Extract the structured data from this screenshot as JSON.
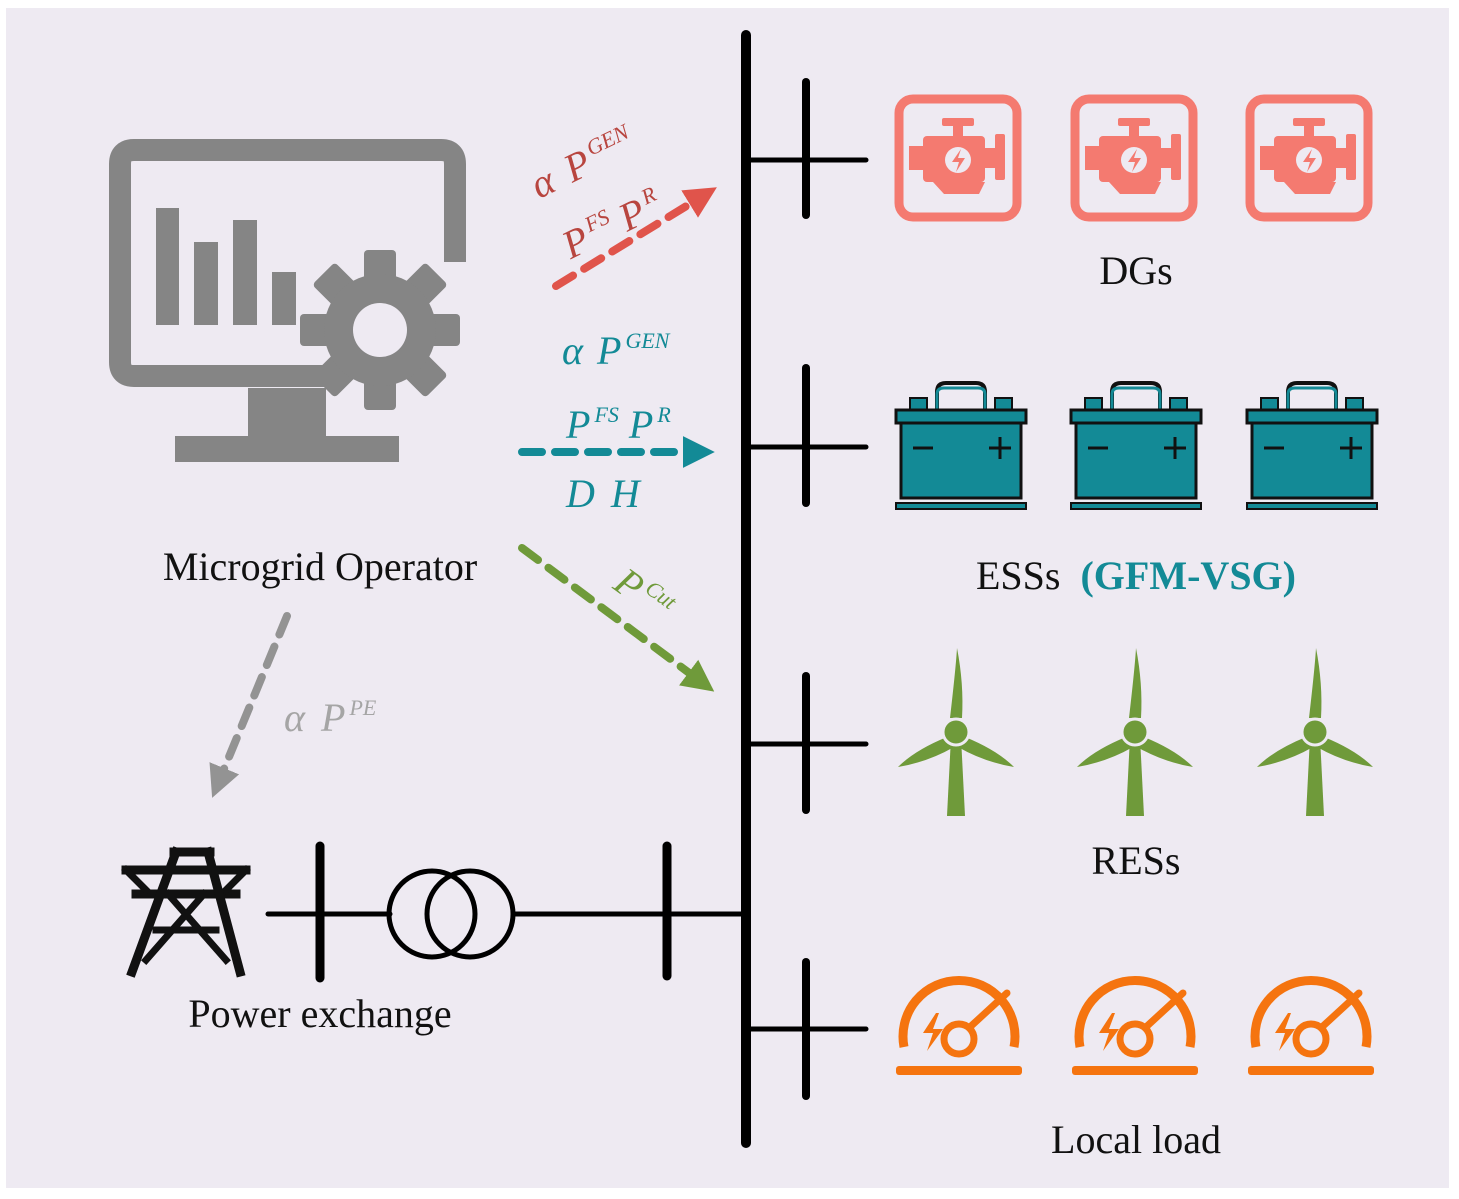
{
  "colors": {
    "background": "#eeeaf2",
    "bus": "#000000",
    "dg": "#f47a70",
    "dg_arrow": "#e0544b",
    "dg_text": "#b8453f",
    "ess": "#138a96",
    "res": "#6f9a3a",
    "load": "#f5740f",
    "operator": "#858585",
    "pe_arrow": "#939393",
    "pe_text": "#a5a5a5"
  },
  "icons": {
    "operator": "monitor-with-bar-chart-and-gear-icon",
    "dg": "engine-icon",
    "ess": "battery-icon",
    "res": "wind-turbine-icon",
    "load": "speedometer-gauge-icon",
    "grid": "transmission-tower-icon",
    "transformer": "transformer-symbol-icon"
  },
  "labels": {
    "operator": "Microgrid Operator",
    "power_exchange": "Power exchange",
    "dgs": "DGs",
    "ess": "ESSs",
    "ess_mode": "(GFM-VSG)",
    "res": "RESs",
    "load": "Local load"
  },
  "signals": {
    "dg": {
      "line1": {
        "alpha": "α",
        "base": "P",
        "sup": "GEN"
      },
      "line2": {
        "p1": "P",
        "p1_sup": "FS",
        "p2": "P",
        "p2_sup": "R"
      }
    },
    "ess": {
      "line1": {
        "alpha": "α",
        "base": "P",
        "sup": "GEN"
      },
      "line2": {
        "p1": "P",
        "p1_sup": "FS",
        "p2": "P",
        "p2_sup": "R"
      },
      "line3": {
        "d": "D",
        "h": "H"
      }
    },
    "res": {
      "base": "P",
      "sup": "Cut"
    },
    "pe": {
      "alpha": "α",
      "base": "P",
      "sup": "PE"
    }
  }
}
